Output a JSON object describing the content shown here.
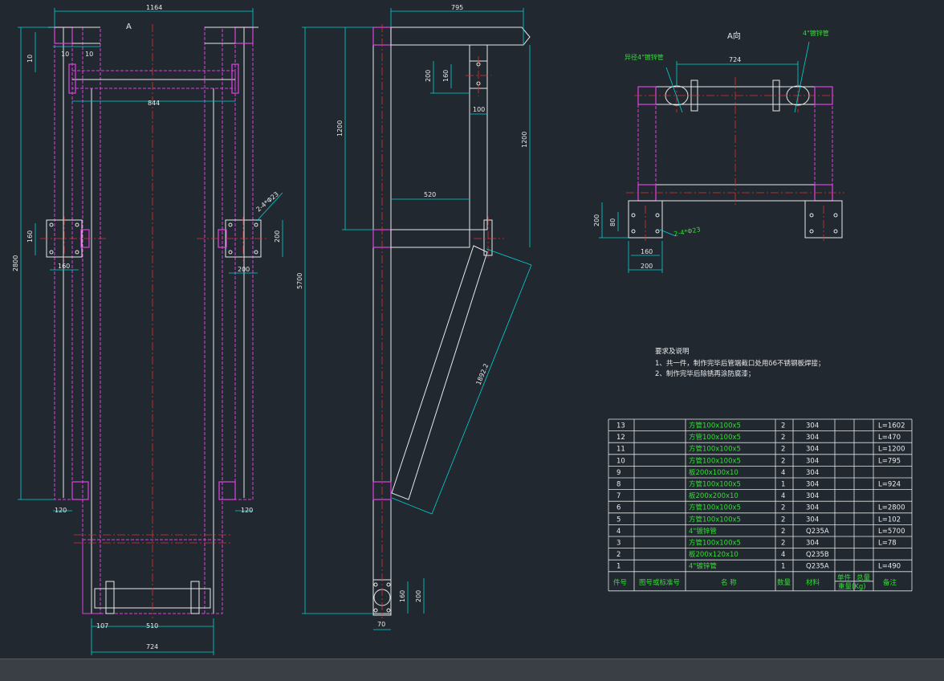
{
  "labels": {
    "view_a_arrow": "A",
    "view_a_title": "A向",
    "pipe_note_right": "4\"镀锌管",
    "pipe_note_left": "异径4\"镀锌管",
    "hole_note_1": "2-4*Φ23",
    "hole_note_2": "2-4*Φ23"
  },
  "dimensions": {
    "front": {
      "overall_width": "1164",
      "top_10a": "10",
      "top_10b": "10",
      "top_10c": "10",
      "inner_844": "844",
      "plate_160_v": "160",
      "plate_160_h": "160",
      "plate_200_v": "200",
      "plate_200_h": "200",
      "height_2800": "2800",
      "foot_120_left": "120",
      "foot_120_right": "120",
      "bottom_107": "107",
      "bottom_510": "510",
      "bottom_724": "724"
    },
    "side": {
      "top_width": "795",
      "height_5700": "5700",
      "h_1200_left": "1200",
      "h_1200_right": "1200",
      "plate_200": "200",
      "plate_160": "160",
      "tube_100": "100",
      "arm_520": "520",
      "diag_1892": "1892.2",
      "base_160": "160",
      "base_200": "200",
      "base_70": "70"
    },
    "view_a": {
      "width_724": "724",
      "height_200": "200",
      "height_80": "80",
      "width_160": "160",
      "width_200": "200"
    }
  },
  "notes": {
    "title": "要求及说明",
    "line1": "1、共一件，制作完毕后管端截口处用δ6不锈钢板焊接；",
    "line2": "2、制作完毕后除锈再涂防腐漆；"
  },
  "bom": {
    "header": {
      "item_no": "件号",
      "drawing_no": "图号或标准号",
      "name": "名  称",
      "qty": "数量",
      "material": "材料",
      "unit_weight": "单件",
      "total_weight": "总量",
      "weight_kg": "重量(Kg)",
      "remark": "备注"
    },
    "rows": [
      {
        "no": "13",
        "name": "方管100x100x5",
        "qty": "2",
        "material": "304",
        "remark": "L=1602"
      },
      {
        "no": "12",
        "name": "方管100x100x5",
        "qty": "2",
        "material": "304",
        "remark": "L=470"
      },
      {
        "no": "11",
        "name": "方管100x100x5",
        "qty": "2",
        "material": "304",
        "remark": "L=1200"
      },
      {
        "no": "10",
        "name": "方管100x100x5",
        "qty": "2",
        "material": "304",
        "remark": "L=795"
      },
      {
        "no": "9",
        "name": "板200x100x10",
        "qty": "4",
        "material": "304",
        "remark": ""
      },
      {
        "no": "8",
        "name": "方管100x100x5",
        "qty": "1",
        "material": "304",
        "remark": "L=924"
      },
      {
        "no": "7",
        "name": "板200x200x10",
        "qty": "4",
        "material": "304",
        "remark": ""
      },
      {
        "no": "6",
        "name": "方管100x100x5",
        "qty": "2",
        "material": "304",
        "remark": "L=2800"
      },
      {
        "no": "5",
        "name": "方管100x100x5",
        "qty": "2",
        "material": "304",
        "remark": "L=102"
      },
      {
        "no": "4",
        "name": "4\"镀锌管",
        "qty": "2",
        "material": "Q235A",
        "remark": "L=5700"
      },
      {
        "no": "3",
        "name": "方管100x100x5",
        "qty": "2",
        "material": "304",
        "remark": "L=78"
      },
      {
        "no": "2",
        "name": "板200x120x10",
        "qty": "4",
        "material": "Q235B",
        "remark": ""
      },
      {
        "no": "1",
        "name": "4\"镀锌管",
        "qty": "1",
        "material": "Q235A",
        "remark": "L=490"
      }
    ]
  }
}
